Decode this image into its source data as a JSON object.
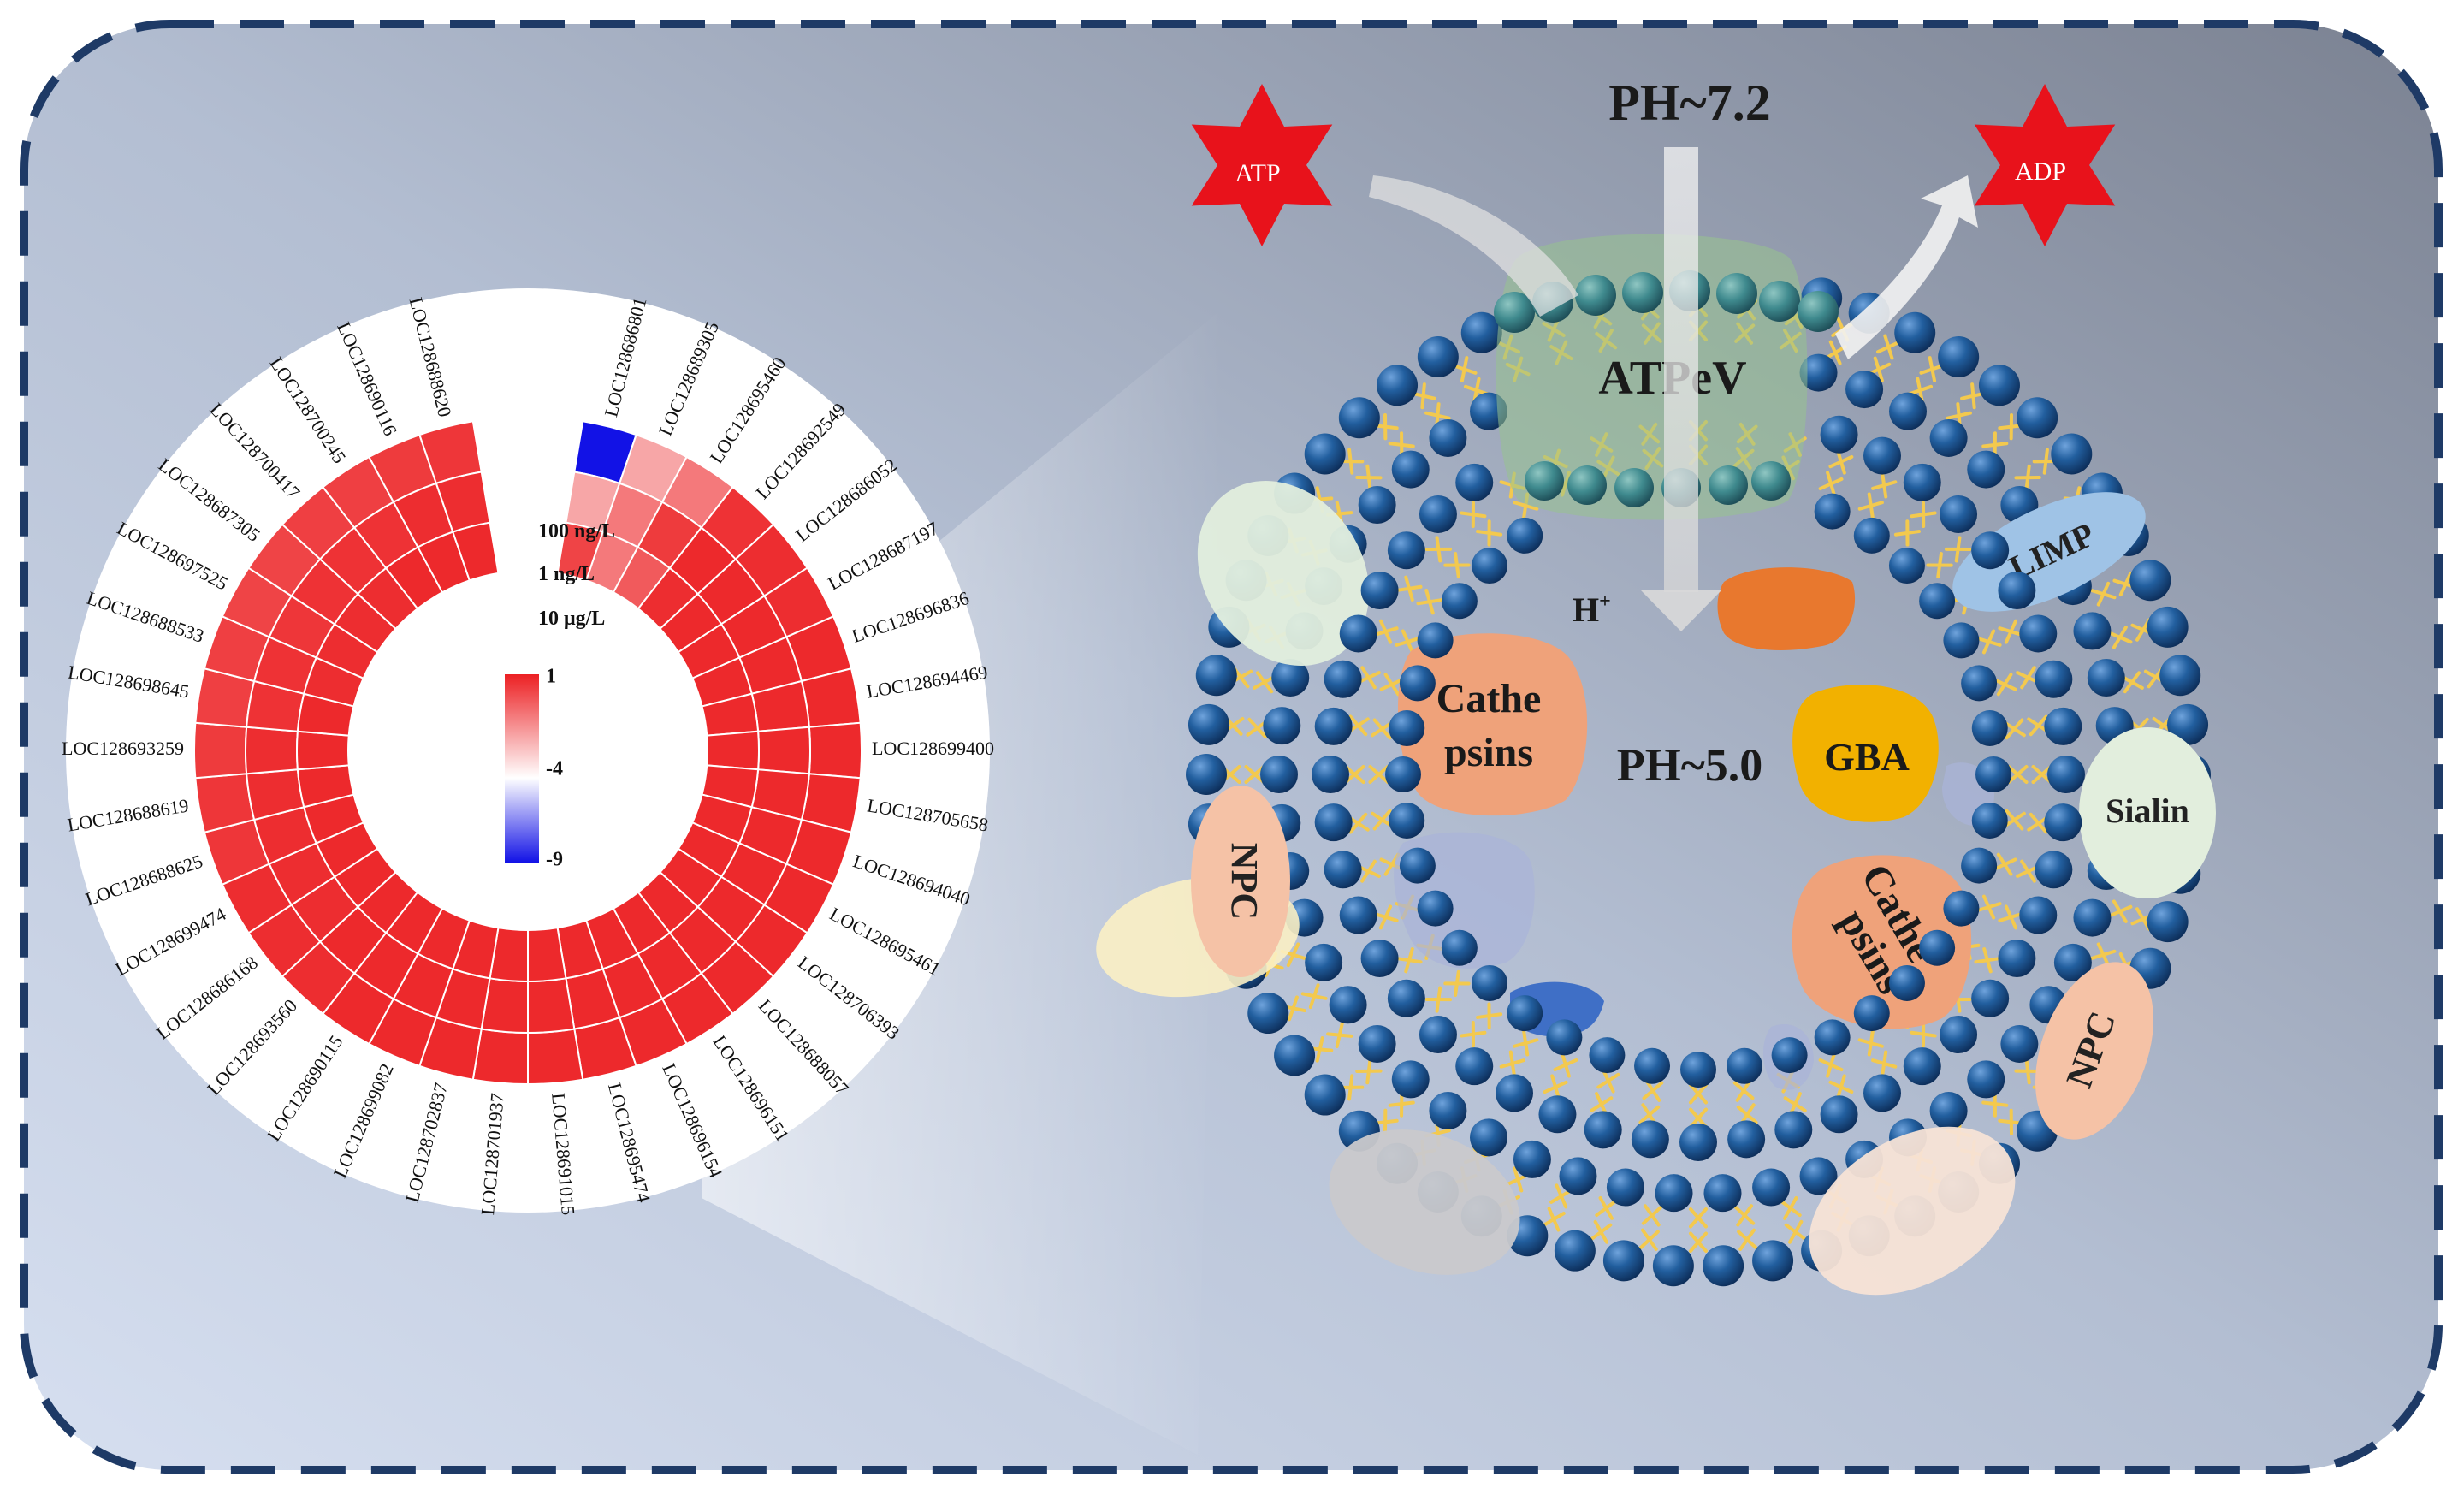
{
  "colors": {
    "frame_border": "#1e3a66",
    "bg_light": "#d3dced",
    "bg_dark": "#7c8494",
    "bead": "#1e5a98",
    "lipid_tail": "#f3c94e",
    "heat_high": "#ec2023",
    "heat_mid": "#ffffff",
    "heat_low": "#1212e6",
    "star": "#e8121b",
    "cathepsin": "#efa27a",
    "gba": "#f2b100",
    "limp": "#9fc3e6",
    "sialin": "#e2eedd",
    "npc": "#f5c2a6",
    "atpase": "#97c28e"
  },
  "heatmap": {
    "ring_labels": [
      "100 ng/L",
      "1 ng/L",
      "10 μg/L"
    ],
    "legend": {
      "max": "1",
      "mid": "-4",
      "min": "-9"
    },
    "genes": [
      "LOC128686801",
      "LOC128689305",
      "LOC128695460",
      "LOC128692549",
      "LOC128686052",
      "LOC128687197",
      "LOC128696836",
      "LOC128694469",
      "LOC128699400",
      "LOC128705658",
      "LOC128694040",
      "LOC128695461",
      "LOC128706393",
      "LOC128688057",
      "LOC128696151",
      "LOC128696154",
      "LOC128695474",
      "LOC128691015",
      "LOC128701937",
      "LOC128702837",
      "LOC128699082",
      "LOC128690115",
      "LOC128693560",
      "LOC128686168",
      "LOC128699474",
      "LOC128688625",
      "LOC128688619",
      "LOC128693259",
      "LOC128698645",
      "LOC128688533",
      "LOC128697525",
      "LOC128687305",
      "LOC128700417",
      "LOC128700245",
      "LOC128690116",
      "LOC128688620"
    ],
    "values": [
      [
        -9,
        -2,
        0.2
      ],
      [
        -2,
        -1,
        -1
      ],
      [
        -1,
        0.4,
        -0.3
      ],
      [
        0.6,
        0.8,
        0.7
      ],
      [
        0.7,
        0.8,
        0.8
      ],
      [
        0.7,
        0.8,
        0.8
      ],
      [
        0.8,
        0.8,
        0.8
      ],
      [
        0.8,
        0.8,
        0.8
      ],
      [
        0.8,
        0.8,
        0.8
      ],
      [
        0.8,
        0.8,
        0.8
      ],
      [
        0.8,
        0.8,
        0.8
      ],
      [
        0.8,
        0.8,
        0.8
      ],
      [
        0.8,
        0.8,
        0.8
      ],
      [
        0.8,
        0.8,
        0.8
      ],
      [
        0.8,
        0.8,
        0.8
      ],
      [
        0.8,
        0.8,
        0.8
      ],
      [
        0.8,
        0.8,
        0.8
      ],
      [
        0.8,
        0.8,
        0.8
      ],
      [
        0.8,
        0.8,
        0.8
      ],
      [
        0.8,
        0.8,
        0.8
      ],
      [
        0.8,
        0.8,
        0.8
      ],
      [
        0.8,
        0.8,
        0.8
      ],
      [
        0.7,
        0.8,
        0.8
      ],
      [
        0.7,
        0.7,
        0.8
      ],
      [
        0.7,
        0.7,
        0.8
      ],
      [
        0.5,
        0.7,
        0.8
      ],
      [
        0.5,
        0.7,
        0.8
      ],
      [
        0.4,
        0.7,
        0.8
      ],
      [
        0.3,
        0.6,
        0.8
      ],
      [
        0.3,
        0.6,
        0.7
      ],
      [
        0.2,
        0.5,
        0.7
      ],
      [
        0.2,
        0.6,
        0.7
      ],
      [
        0.3,
        0.6,
        0.7
      ],
      [
        0.3,
        0.6,
        0.8
      ],
      [
        0.4,
        0.7,
        0.8
      ],
      [
        0.5,
        0.7,
        0.8
      ]
    ]
  },
  "lysosome": {
    "ph_outside": "PH~7.2",
    "ph_inside": "PH~5.0",
    "atp": "ATP",
    "adp": "ADP",
    "pump": "ATPeV",
    "proton": "H",
    "proton_sup": "+",
    "limp": "LIMP",
    "sialin": "Sialin",
    "npc_left": "NPC",
    "npc_right": "NPC",
    "gba": "GBA",
    "cathepsins_1_line1": "Cathe",
    "cathepsins_1_line2": "psins",
    "cathepsins_2_line1": "Cathe",
    "cathepsins_2_line2": "psins"
  }
}
